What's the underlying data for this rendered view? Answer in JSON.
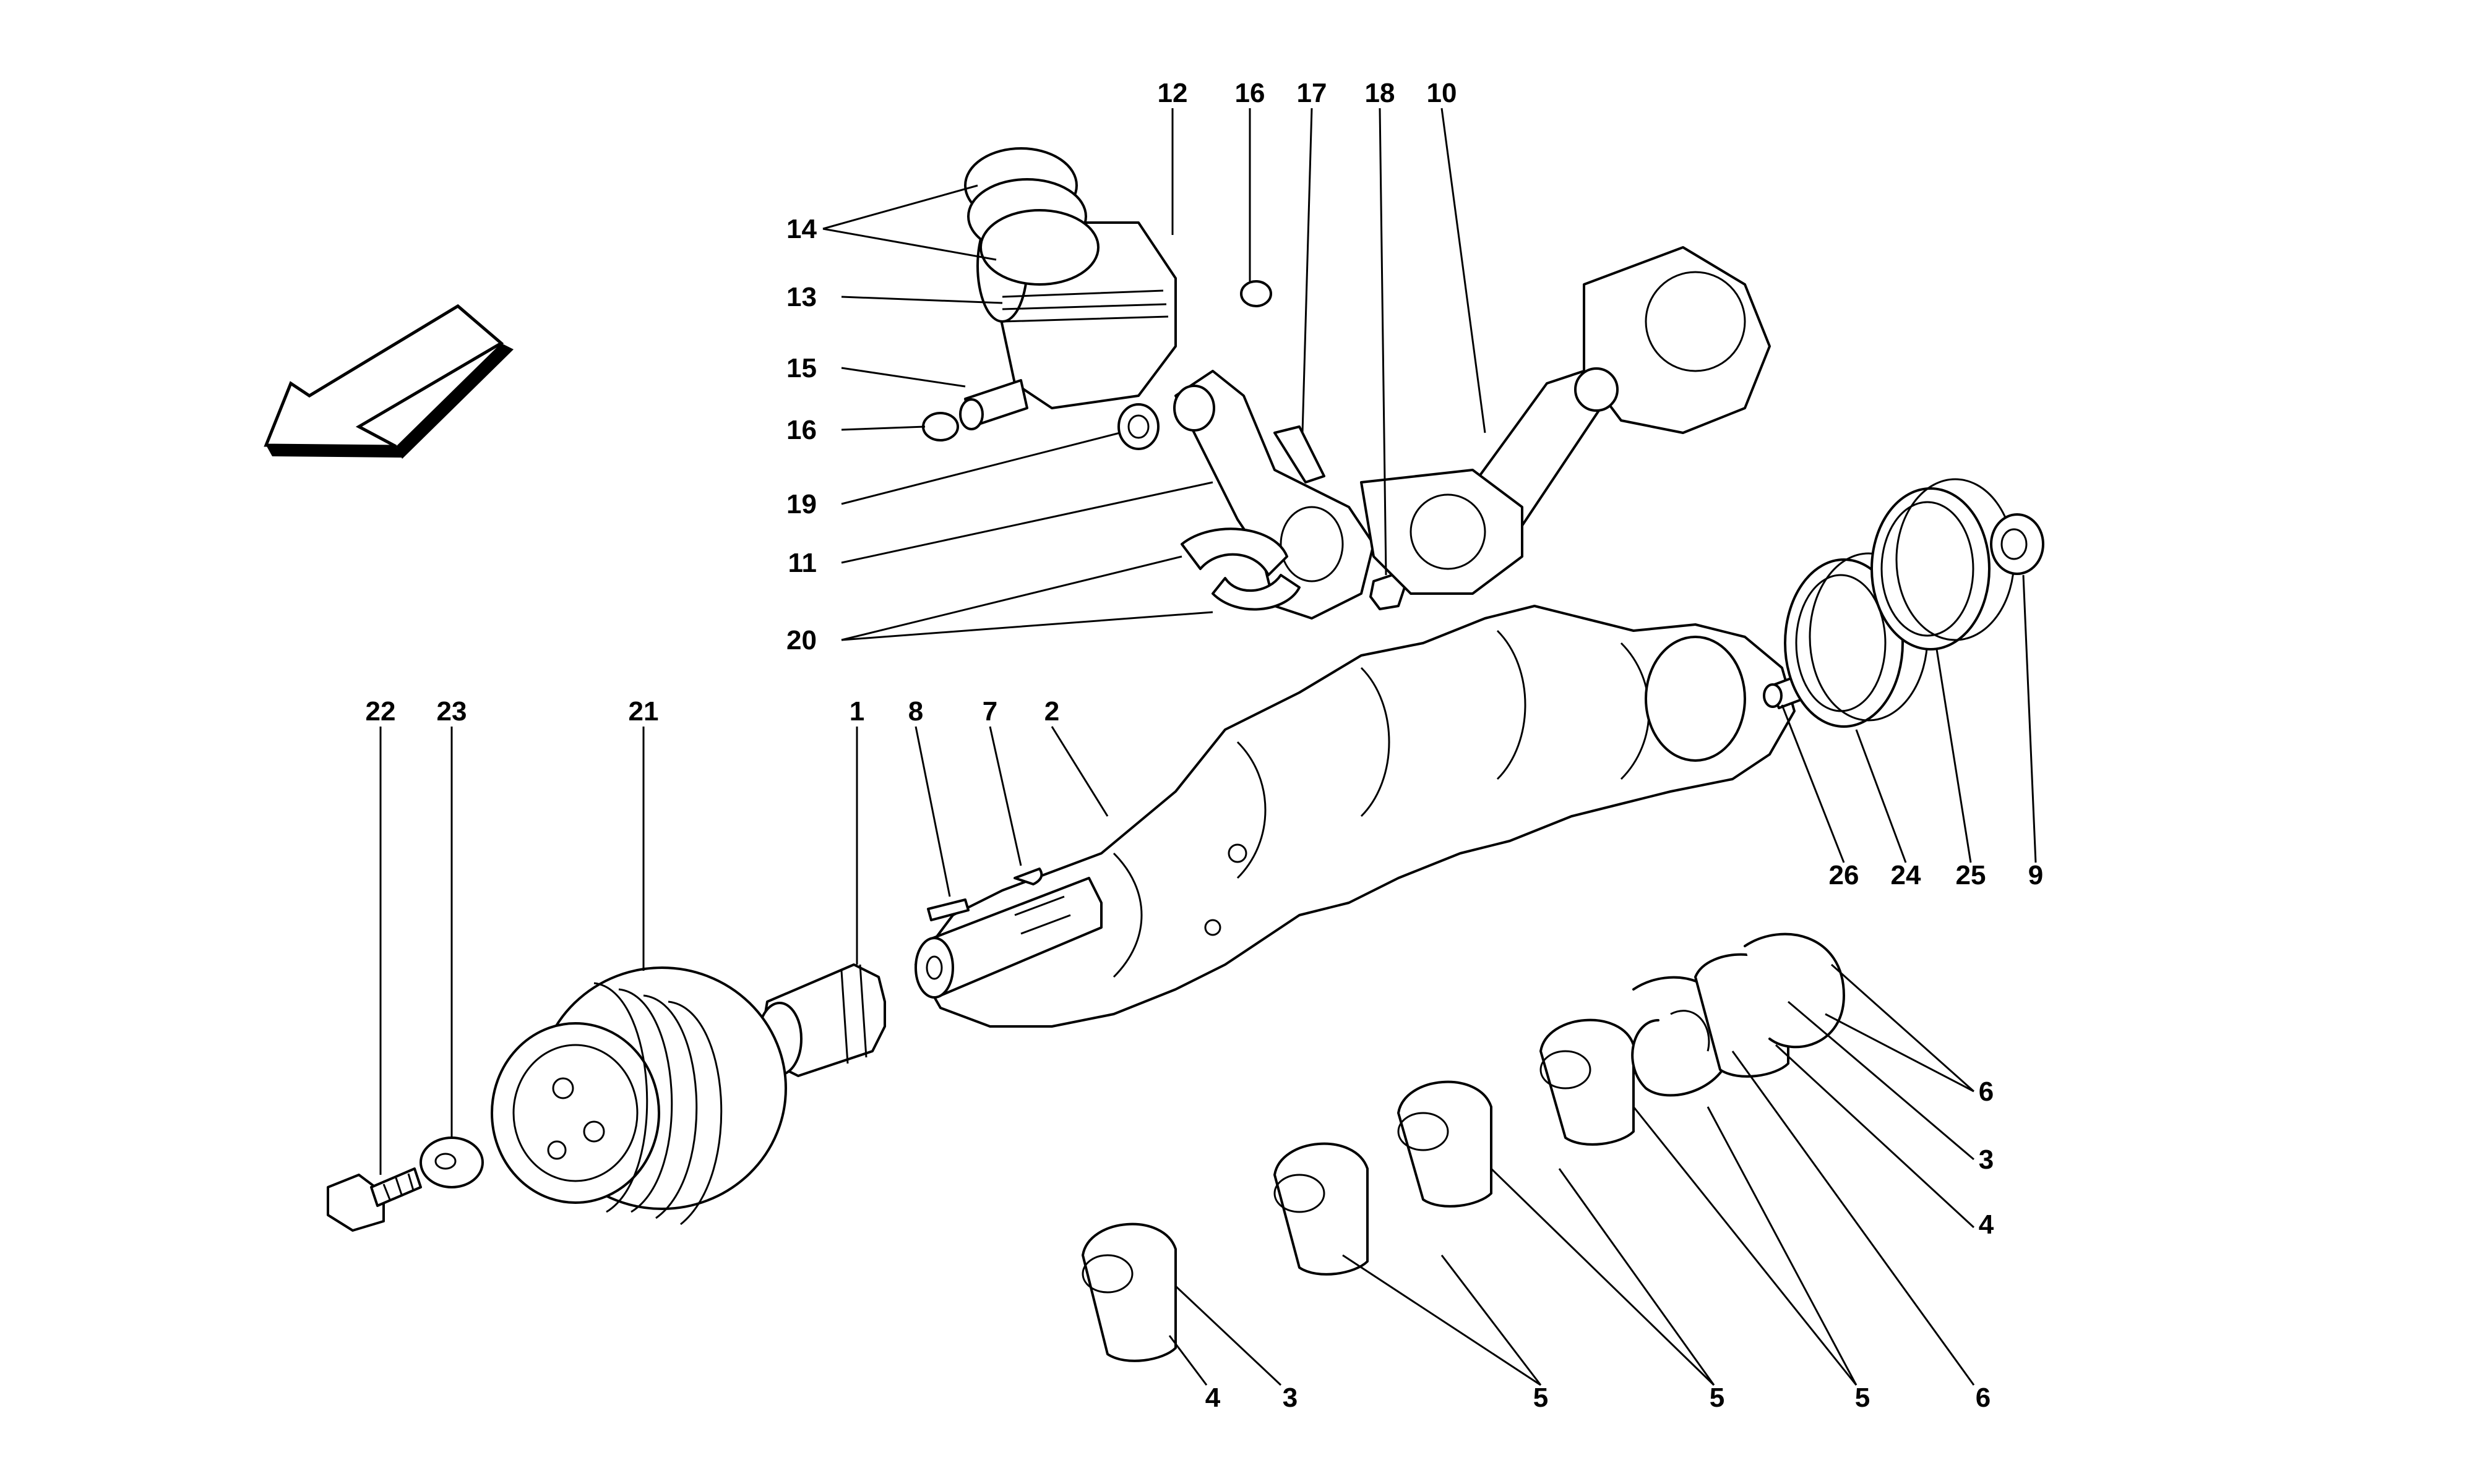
{
  "diagram": {
    "callouts": {
      "c1": "1",
      "c2": "2",
      "c3a": "3",
      "c3b": "3",
      "c4a": "4",
      "c4b": "4",
      "c5a": "5",
      "c5b": "5",
      "c5c": "5",
      "c6a": "6",
      "c6b": "6",
      "c7": "7",
      "c8": "8",
      "c9": "9",
      "c10": "10",
      "c11": "11",
      "c12": "12",
      "c13": "13",
      "c14": "14",
      "c15": "15",
      "c16a": "16",
      "c16b": "16",
      "c17": "17",
      "c18": "18",
      "c19": "19",
      "c20": "20",
      "c21": "21",
      "c22": "22",
      "c23": "23",
      "c24": "24",
      "c25": "25",
      "c26": "26"
    }
  }
}
